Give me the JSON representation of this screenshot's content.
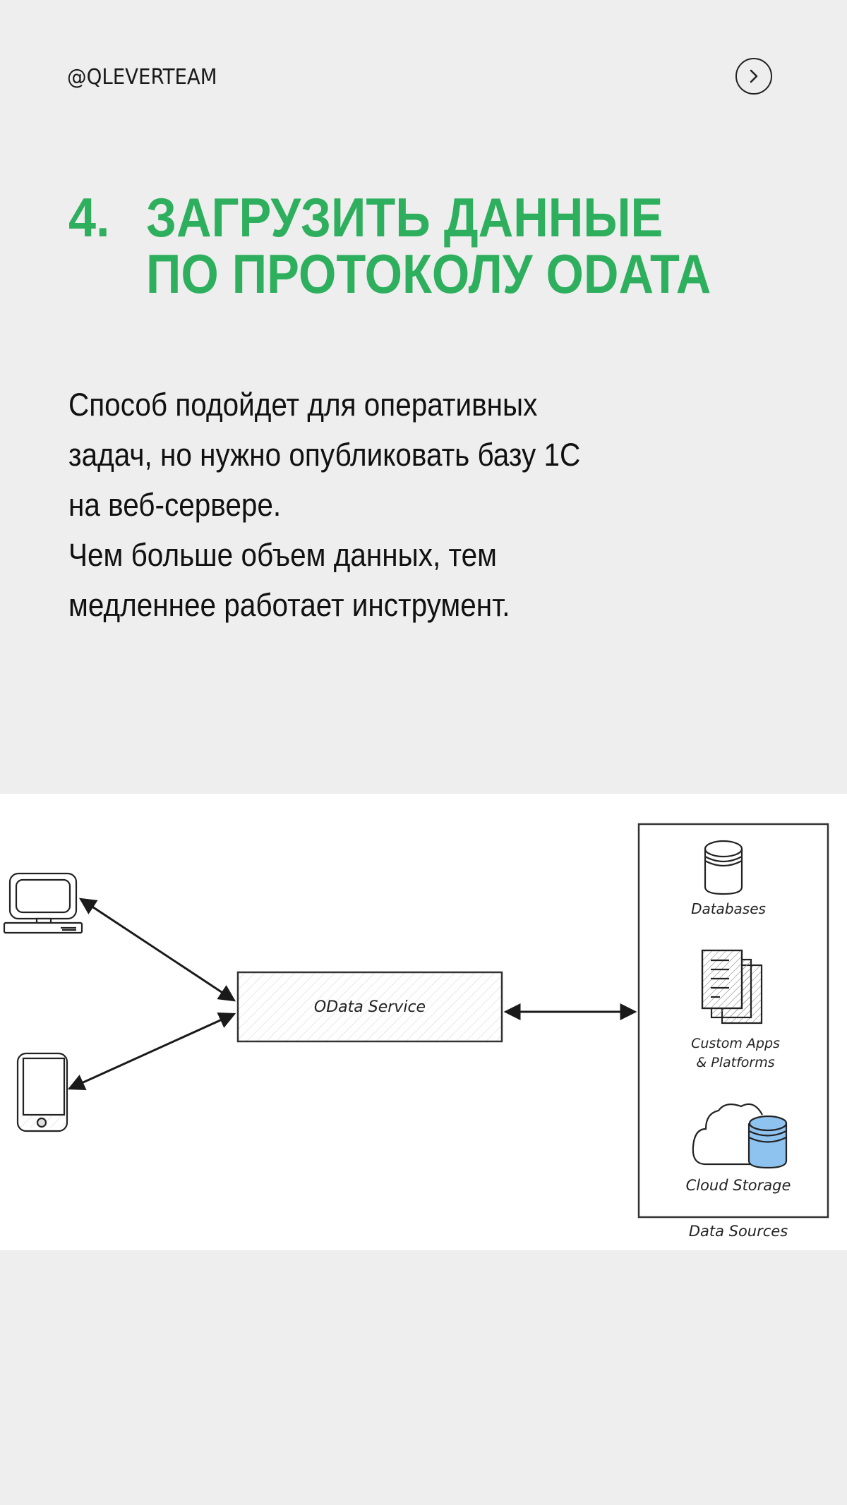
{
  "header": {
    "handle": "@QLEVERTEAM",
    "next_button_icon": "chevron-right-circle-icon"
  },
  "title": {
    "number": "4.",
    "line1": "ЗАГРУЗИТЬ ДАННЫЕ",
    "line2": "ПО ПРОТОКОЛУ ODATA",
    "color": "#2eaf5e"
  },
  "body": {
    "paragraphs": [
      "Способ подойдет для оперативных задач, но нужно опубликовать базу 1С на веб-сервере.",
      "Чем больше объем данных, тем медленнее работает инструмент."
    ],
    "lines": [
      "Способ подойдет для оперативных",
      "задач, но нужно опубликовать базу 1С",
      "на веб-сервере.",
      "Чем больше объем данных, тем",
      "медленнее работает инструмент."
    ]
  },
  "diagram": {
    "clients": [
      {
        "name": "desktop-computer",
        "icon": "computer-icon"
      },
      {
        "name": "mobile-phone",
        "icon": "smartphone-icon"
      }
    ],
    "service": {
      "label": "OData Service"
    },
    "data_sources": {
      "group_label": "Data Sources",
      "items": [
        {
          "label": "Databases",
          "icon": "database-icon"
        },
        {
          "label_line1": "Custom Apps",
          "label_line2": "& Platforms",
          "icon": "documents-icon"
        },
        {
          "label": "Cloud Storage",
          "icon": "cloud-database-icon",
          "accent": "#8fc3ef"
        }
      ]
    },
    "connections": [
      {
        "from": "desktop-computer",
        "to": "OData Service",
        "bidirectional": true
      },
      {
        "from": "mobile-phone",
        "to": "OData Service",
        "bidirectional": true
      },
      {
        "from": "OData Service",
        "to": "Data Sources",
        "bidirectional": true
      }
    ]
  }
}
